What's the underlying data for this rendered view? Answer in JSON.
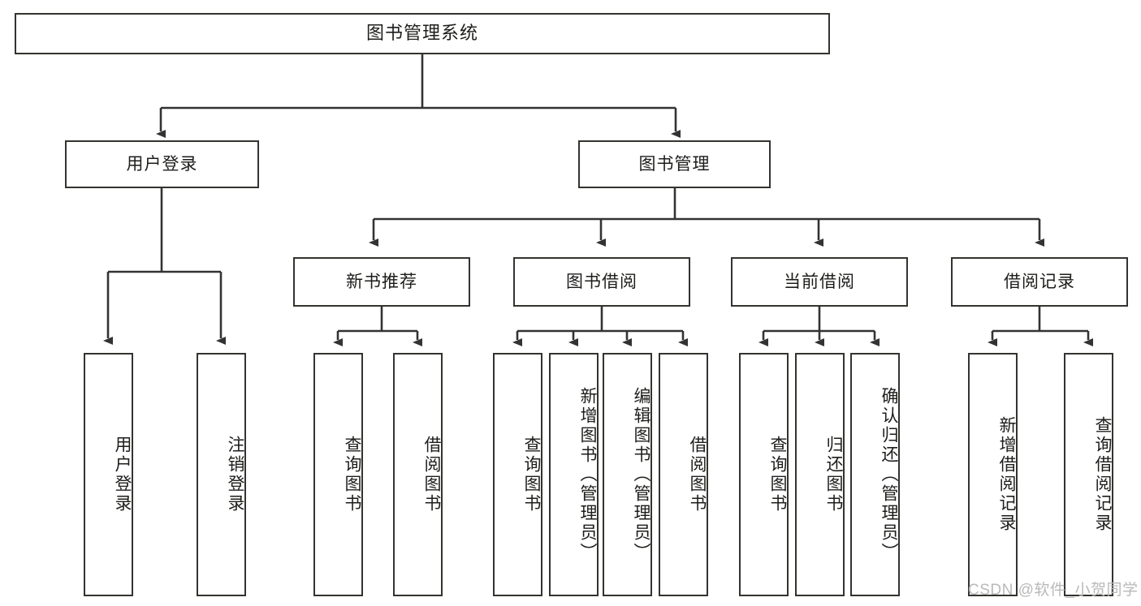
{
  "diagram": {
    "title": "图书管理系统",
    "type": "tree",
    "watermark": "CSDN @软件_小贺同学",
    "colors": {
      "box_border": "#33332f",
      "box_fill": "#ffffff",
      "connector": "#333333",
      "text": "#1d1d1b",
      "watermark": "#b9b9b9"
    },
    "root": {
      "label": "图书管理系统"
    },
    "level2": [
      {
        "label": "用户登录"
      },
      {
        "label": "图书管理"
      }
    ],
    "level3": [
      {
        "label": "新书推荐"
      },
      {
        "label": "图书借阅"
      },
      {
        "label": "当前借阅"
      },
      {
        "label": "借阅记录"
      }
    ],
    "leaves": {
      "user_login": [
        {
          "label": "用户登录"
        },
        {
          "label": "注销登录"
        }
      ],
      "new_book": [
        {
          "label": "查询图书"
        },
        {
          "label": "借阅图书"
        }
      ],
      "book_borrow": [
        {
          "label": "查询图书"
        },
        {
          "label": "新增图书（管理员）"
        },
        {
          "label": "编辑图书（管理员）"
        },
        {
          "label": "借阅图书"
        }
      ],
      "current_borrow": [
        {
          "label": "查询图书"
        },
        {
          "label": "归还图书"
        },
        {
          "label": "确认归还（管理员）"
        }
      ],
      "borrow_record": [
        {
          "label": "新增借阅记录"
        },
        {
          "label": "查询借阅记录"
        }
      ]
    }
  }
}
